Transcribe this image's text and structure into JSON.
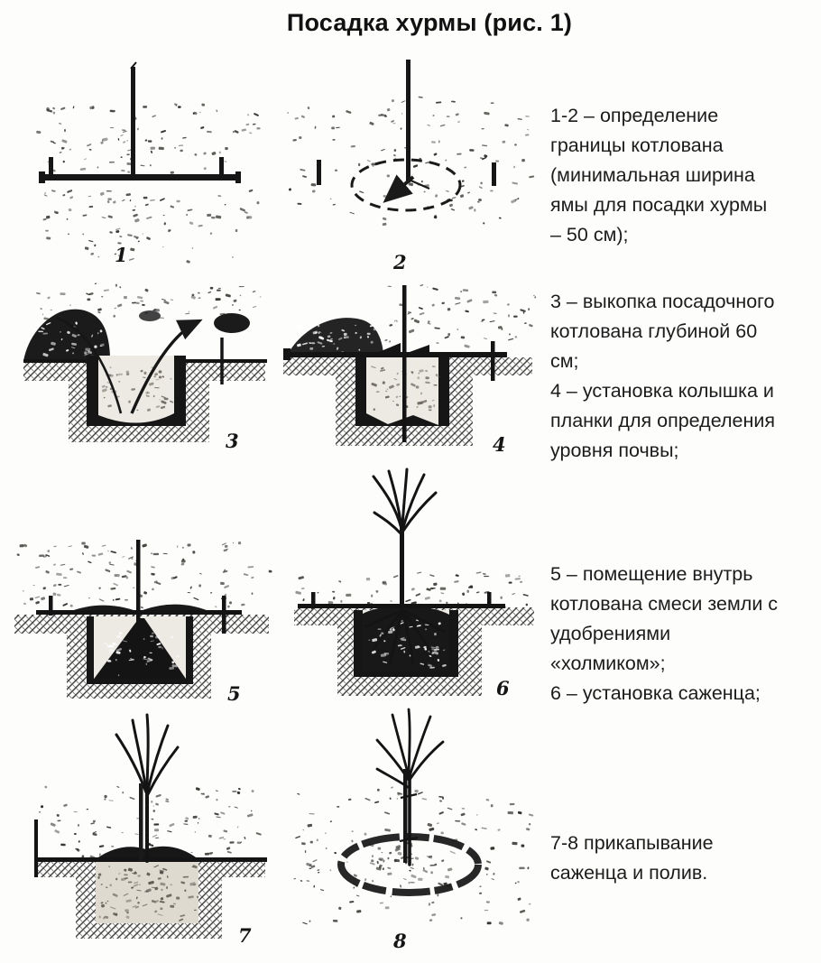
{
  "title": "Посадка хурмы (рис. 1)",
  "figures": [
    {
      "number": "1",
      "name": "stake-and-plank-on-ground"
    },
    {
      "number": "2",
      "name": "circle-marked-around-stake"
    },
    {
      "number": "3",
      "name": "digging-pit-cross-section"
    },
    {
      "number": "4",
      "name": "stake-and-plank-over-pit"
    },
    {
      "number": "5",
      "name": "soil-mound-inside-pit"
    },
    {
      "number": "6",
      "name": "seedling-set-on-mound"
    },
    {
      "number": "7",
      "name": "planted-seedling-cross-section"
    },
    {
      "number": "8",
      "name": "seedling-with-watering-basin"
    }
  ],
  "captions": [
    {
      "lines": [
        "1-2 – определение",
        "границы котлована",
        "(минимальная ширина",
        "ямы для посадки хурмы",
        "– 50 см);"
      ]
    },
    {
      "lines": [
        "3 – выкопка посадочного",
        "котлована глубиной 60",
        "см;",
        "4 – установка колышка и",
        "планки для определения",
        "уровня почвы;"
      ]
    },
    {
      "lines": [
        "5 – помещение внутрь",
        "котлована смеси земли с",
        "удобрениями",
        "«холмиком»;",
        "6 – установка саженца;"
      ]
    },
    {
      "lines": [
        "7-8 прикапывание",
        "саженца и полив."
      ]
    }
  ],
  "colors": {
    "ink": "#1a1a1a",
    "paper": "#fdfdfc"
  }
}
